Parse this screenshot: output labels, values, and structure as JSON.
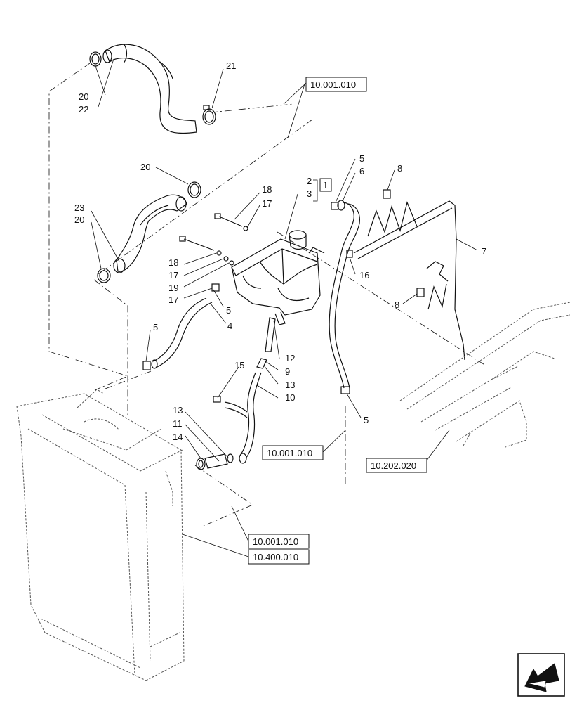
{
  "callouts": [
    {
      "id": "c20a",
      "text": "20"
    },
    {
      "id": "c22",
      "text": "22"
    },
    {
      "id": "c21",
      "text": "21"
    },
    {
      "id": "c20b",
      "text": "20"
    },
    {
      "id": "c23",
      "text": "23"
    },
    {
      "id": "c20c",
      "text": "20"
    },
    {
      "id": "c18a",
      "text": "18"
    },
    {
      "id": "c17a",
      "text": "17"
    },
    {
      "id": "c18b",
      "text": "18"
    },
    {
      "id": "c17b",
      "text": "17"
    },
    {
      "id": "c19",
      "text": "19"
    },
    {
      "id": "c17c",
      "text": "17"
    },
    {
      "id": "c2",
      "text": "2"
    },
    {
      "id": "c3",
      "text": "3"
    },
    {
      "id": "c1",
      "text": "1"
    },
    {
      "id": "c5a",
      "text": "5"
    },
    {
      "id": "c6",
      "text": "6"
    },
    {
      "id": "c8a",
      "text": "8"
    },
    {
      "id": "c7",
      "text": "7"
    },
    {
      "id": "c16",
      "text": "16"
    },
    {
      "id": "c8b",
      "text": "8"
    },
    {
      "id": "c5b",
      "text": "5"
    },
    {
      "id": "c4",
      "text": "4"
    },
    {
      "id": "c5c",
      "text": "5"
    },
    {
      "id": "c12",
      "text": "12"
    },
    {
      "id": "c9",
      "text": "9"
    },
    {
      "id": "c13a",
      "text": "13"
    },
    {
      "id": "c10",
      "text": "10"
    },
    {
      "id": "c15",
      "text": "15"
    },
    {
      "id": "c5d",
      "text": "5"
    },
    {
      "id": "c13b",
      "text": "13"
    },
    {
      "id": "c11",
      "text": "11"
    },
    {
      "id": "c14",
      "text": "14"
    }
  ],
  "references": {
    "r1": "10.001.010",
    "r2": "10.001.010",
    "r3": "10.202.020",
    "r4": "10.001.010",
    "r5": "10.400.010"
  },
  "icons": {
    "nav": "arrow-icon"
  }
}
